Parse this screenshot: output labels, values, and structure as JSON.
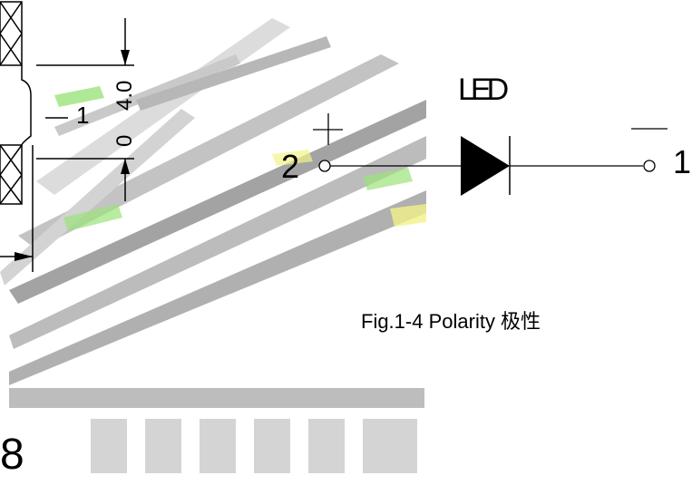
{
  "diagram": {
    "led_label": "LED",
    "pin_left": "2",
    "pin_right": "1",
    "caption": "Fig.1-4 Polarity  极性",
    "dim_upper": "4.0",
    "dim_lower": "0",
    "dim_side": "1",
    "corner_digit": "8"
  },
  "colors": {
    "ink": "#000000",
    "watermark_gray": "#c8c8c8",
    "watermark_dark": "#8a8a8a",
    "accent_green": "#9be37a",
    "accent_yellow": "#f2f28a"
  }
}
